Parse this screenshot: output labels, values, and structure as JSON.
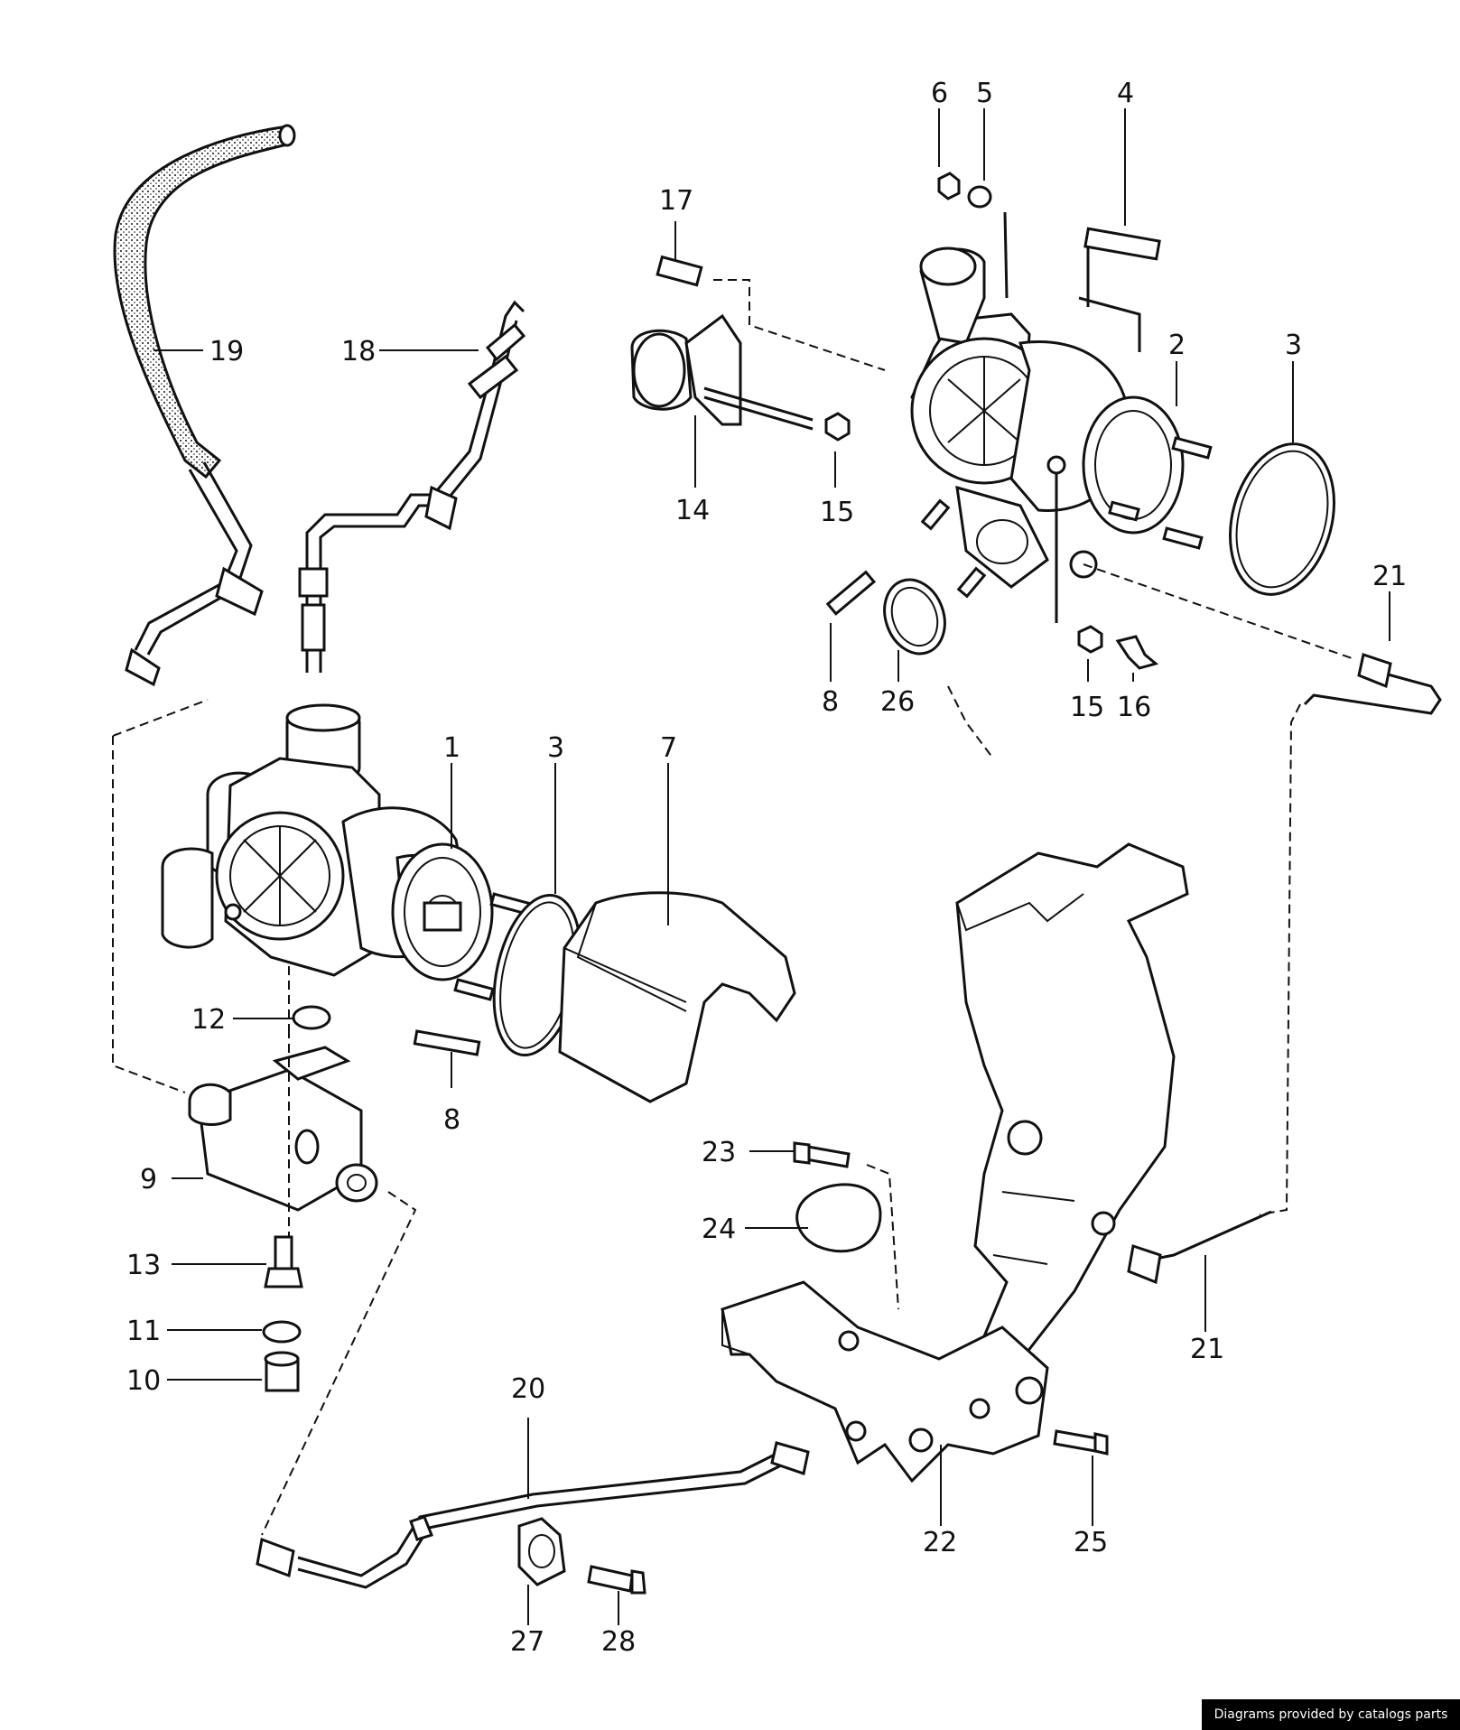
{
  "labels": [
    {
      "id": "p1",
      "text": "1"
    },
    {
      "id": "p2",
      "text": "2"
    },
    {
      "id": "p3a",
      "text": "3"
    },
    {
      "id": "p3b",
      "text": "3"
    },
    {
      "id": "p4",
      "text": "4"
    },
    {
      "id": "p5",
      "text": "5"
    },
    {
      "id": "p6",
      "text": "6"
    },
    {
      "id": "p7",
      "text": "7"
    },
    {
      "id": "p8a",
      "text": "8"
    },
    {
      "id": "p8b",
      "text": "8"
    },
    {
      "id": "p9",
      "text": "9"
    },
    {
      "id": "p10",
      "text": "10"
    },
    {
      "id": "p11",
      "text": "11"
    },
    {
      "id": "p12",
      "text": "12"
    },
    {
      "id": "p13",
      "text": "13"
    },
    {
      "id": "p14",
      "text": "14"
    },
    {
      "id": "p15a",
      "text": "15"
    },
    {
      "id": "p15b",
      "text": "15"
    },
    {
      "id": "p16",
      "text": "16"
    },
    {
      "id": "p17",
      "text": "17"
    },
    {
      "id": "p18",
      "text": "18"
    },
    {
      "id": "p19",
      "text": "19"
    },
    {
      "id": "p20",
      "text": "20"
    },
    {
      "id": "p21a",
      "text": "21"
    },
    {
      "id": "p21b",
      "text": "21"
    },
    {
      "id": "p22",
      "text": "22"
    },
    {
      "id": "p23",
      "text": "23"
    },
    {
      "id": "p24",
      "text": "24"
    },
    {
      "id": "p25",
      "text": "25"
    },
    {
      "id": "p26",
      "text": "26"
    },
    {
      "id": "p27",
      "text": "27"
    },
    {
      "id": "p28",
      "text": "28"
    }
  ],
  "footer": "Diagrams provided by catalogs parts"
}
